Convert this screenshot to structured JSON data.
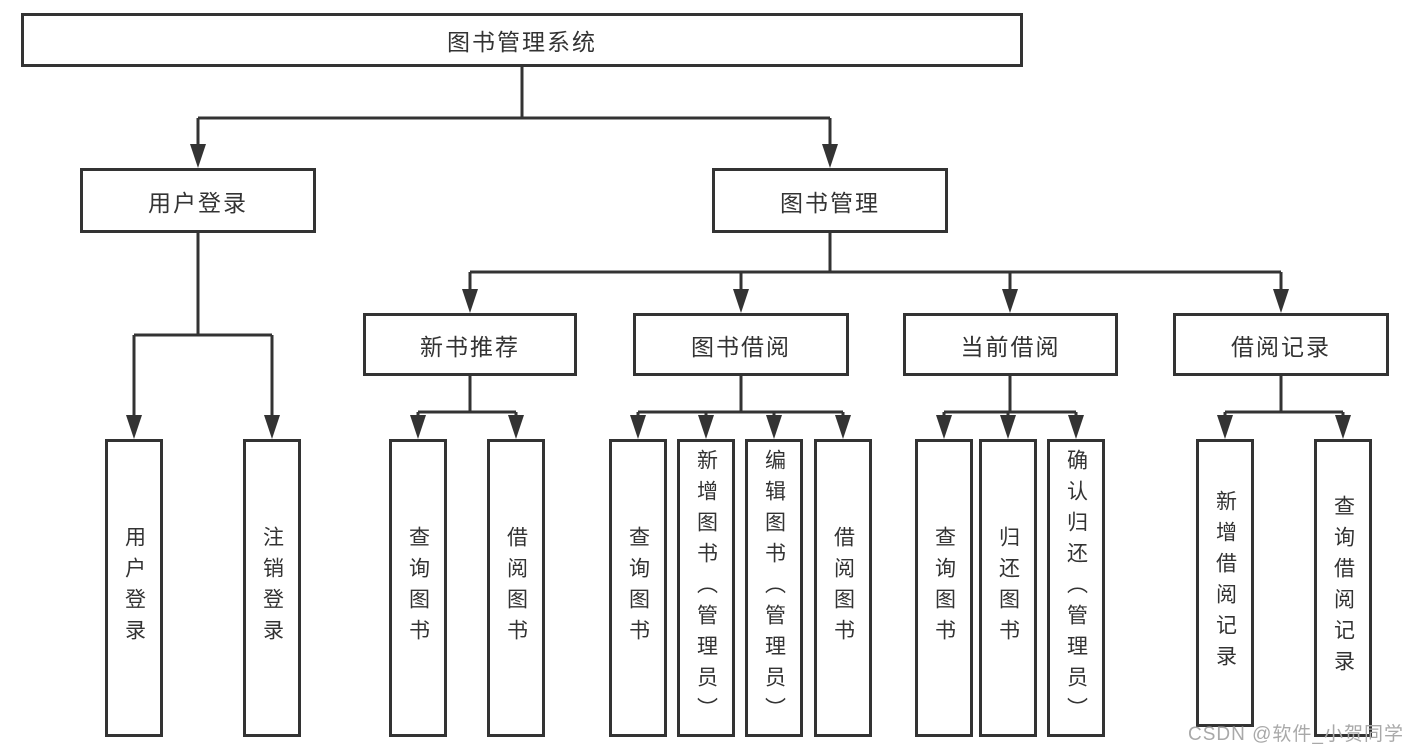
{
  "tree": {
    "root": "图书管理系统",
    "children": [
      {
        "label": "用户登录",
        "children": [
          "用户登录",
          "注销登录"
        ]
      },
      {
        "label": "图书管理",
        "children": [
          {
            "label": "新书推荐",
            "children": [
              "查询图书",
              "借阅图书"
            ]
          },
          {
            "label": "图书借阅",
            "children": [
              "查询图书",
              "新增图书（管理员）",
              "编辑图书（管理员）",
              "借阅图书"
            ]
          },
          {
            "label": "当前借阅",
            "children": [
              "查询图书",
              "归还图书",
              "确认归还（管理员）"
            ]
          },
          {
            "label": "借阅记录",
            "children": [
              "新增借阅记录",
              "查询借阅记录"
            ]
          }
        ]
      }
    ]
  },
  "watermark": {
    "text": "CSDN @软件_小贺同学"
  },
  "colors": {
    "line": "#333333",
    "text": "#333333",
    "watermark": "#a9a9a9",
    "background": "#ffffff"
  }
}
